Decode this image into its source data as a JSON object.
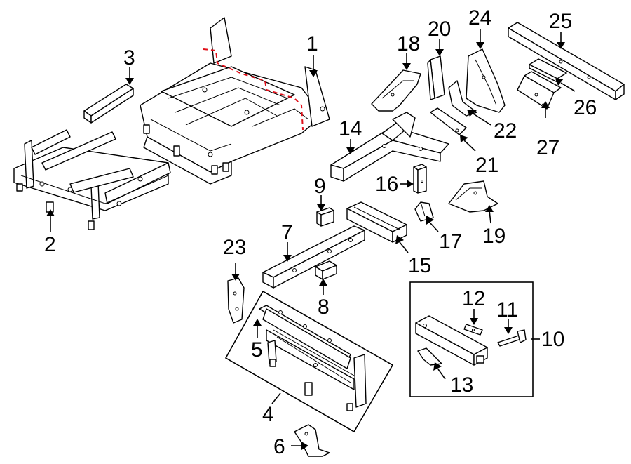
{
  "callouts": {
    "c1": "1",
    "c2": "2",
    "c3": "3",
    "c4": "4",
    "c5": "5",
    "c6": "6",
    "c7": "7",
    "c8": "8",
    "c9": "9",
    "c10": "10",
    "c11": "11",
    "c12": "12",
    "c13": "13",
    "c14": "14",
    "c15": "15",
    "c16": "16",
    "c17": "17",
    "c18": "18",
    "c19": "19",
    "c20": "20",
    "c21": "21",
    "c22": "22",
    "c23": "23",
    "c24": "24",
    "c25": "25",
    "c26": "26",
    "c27": "27"
  },
  "colors": {
    "line": "#000000",
    "background": "#ffffff",
    "cut_line": "#e0101a"
  }
}
